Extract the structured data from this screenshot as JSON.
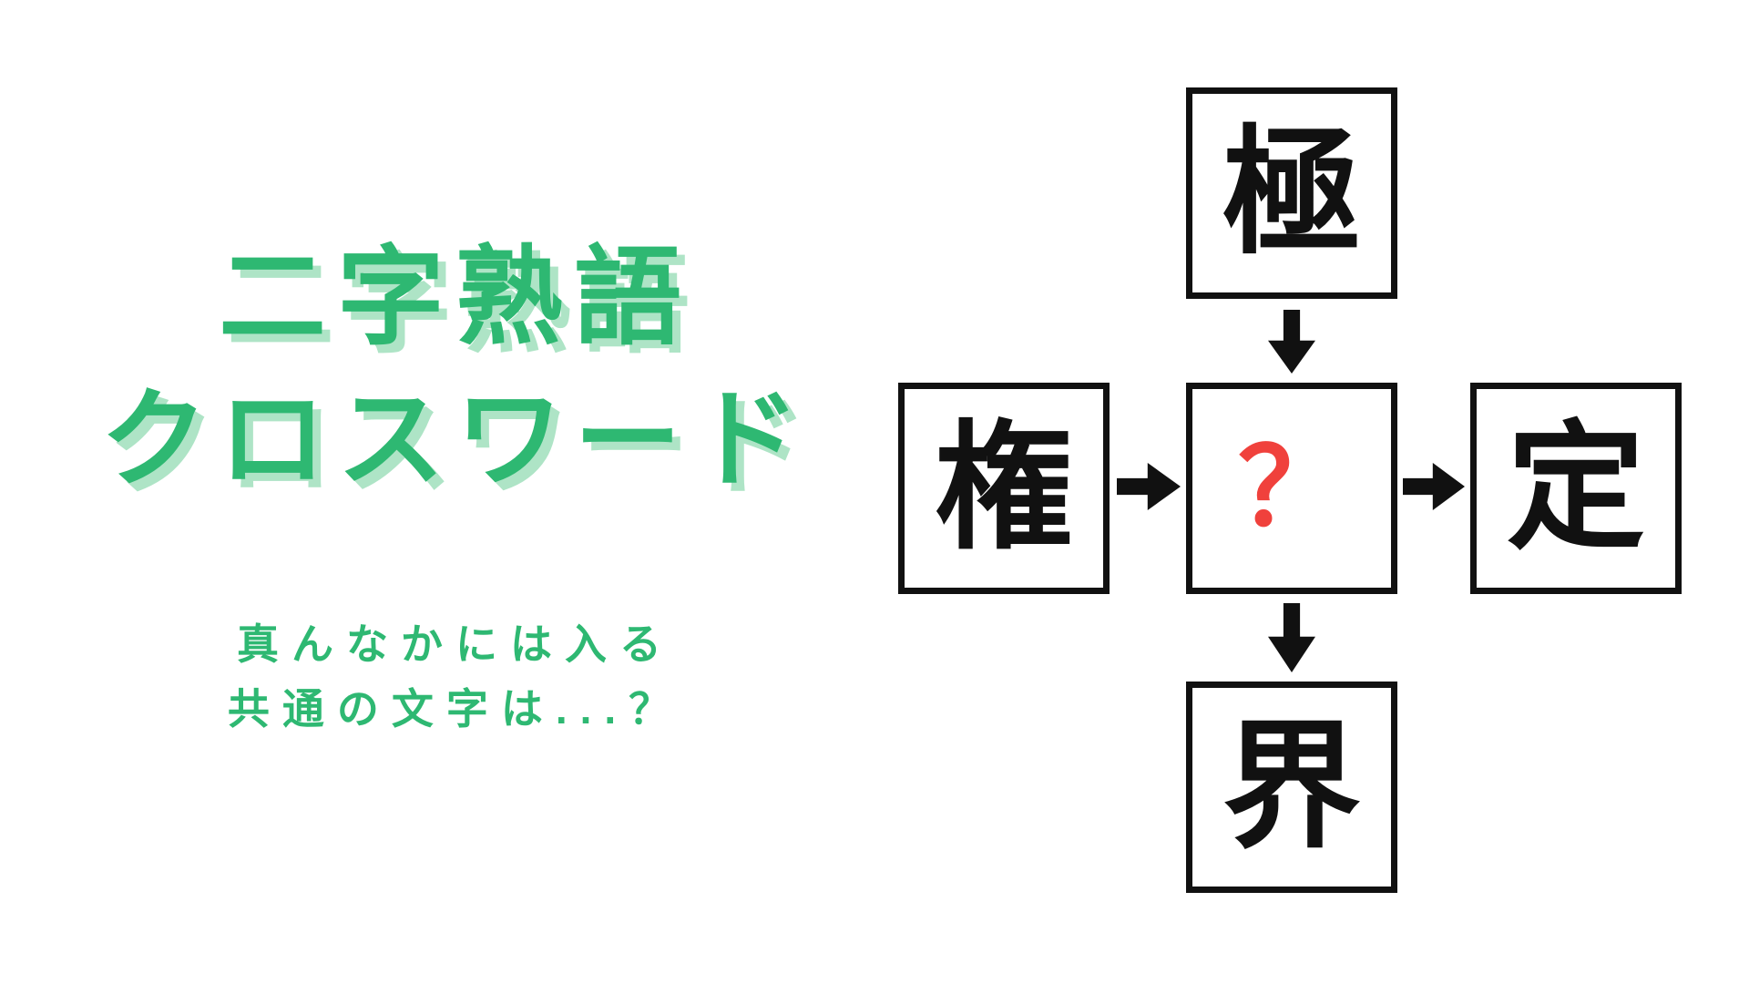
{
  "title": {
    "line1": "二字熟語",
    "line2": "クロスワード"
  },
  "subtitle": {
    "line1": "真んなかには入る",
    "line2": "共通の文字は...？"
  },
  "puzzle": {
    "top": "極",
    "left": "権",
    "center": "？",
    "right": "定",
    "bottom": "界"
  },
  "colors": {
    "background": "#ffffff",
    "title_green": "#2eb872",
    "title_shadow_green": "#aee4c6",
    "question_red": "#f0413c",
    "box_border_black": "#111111"
  }
}
